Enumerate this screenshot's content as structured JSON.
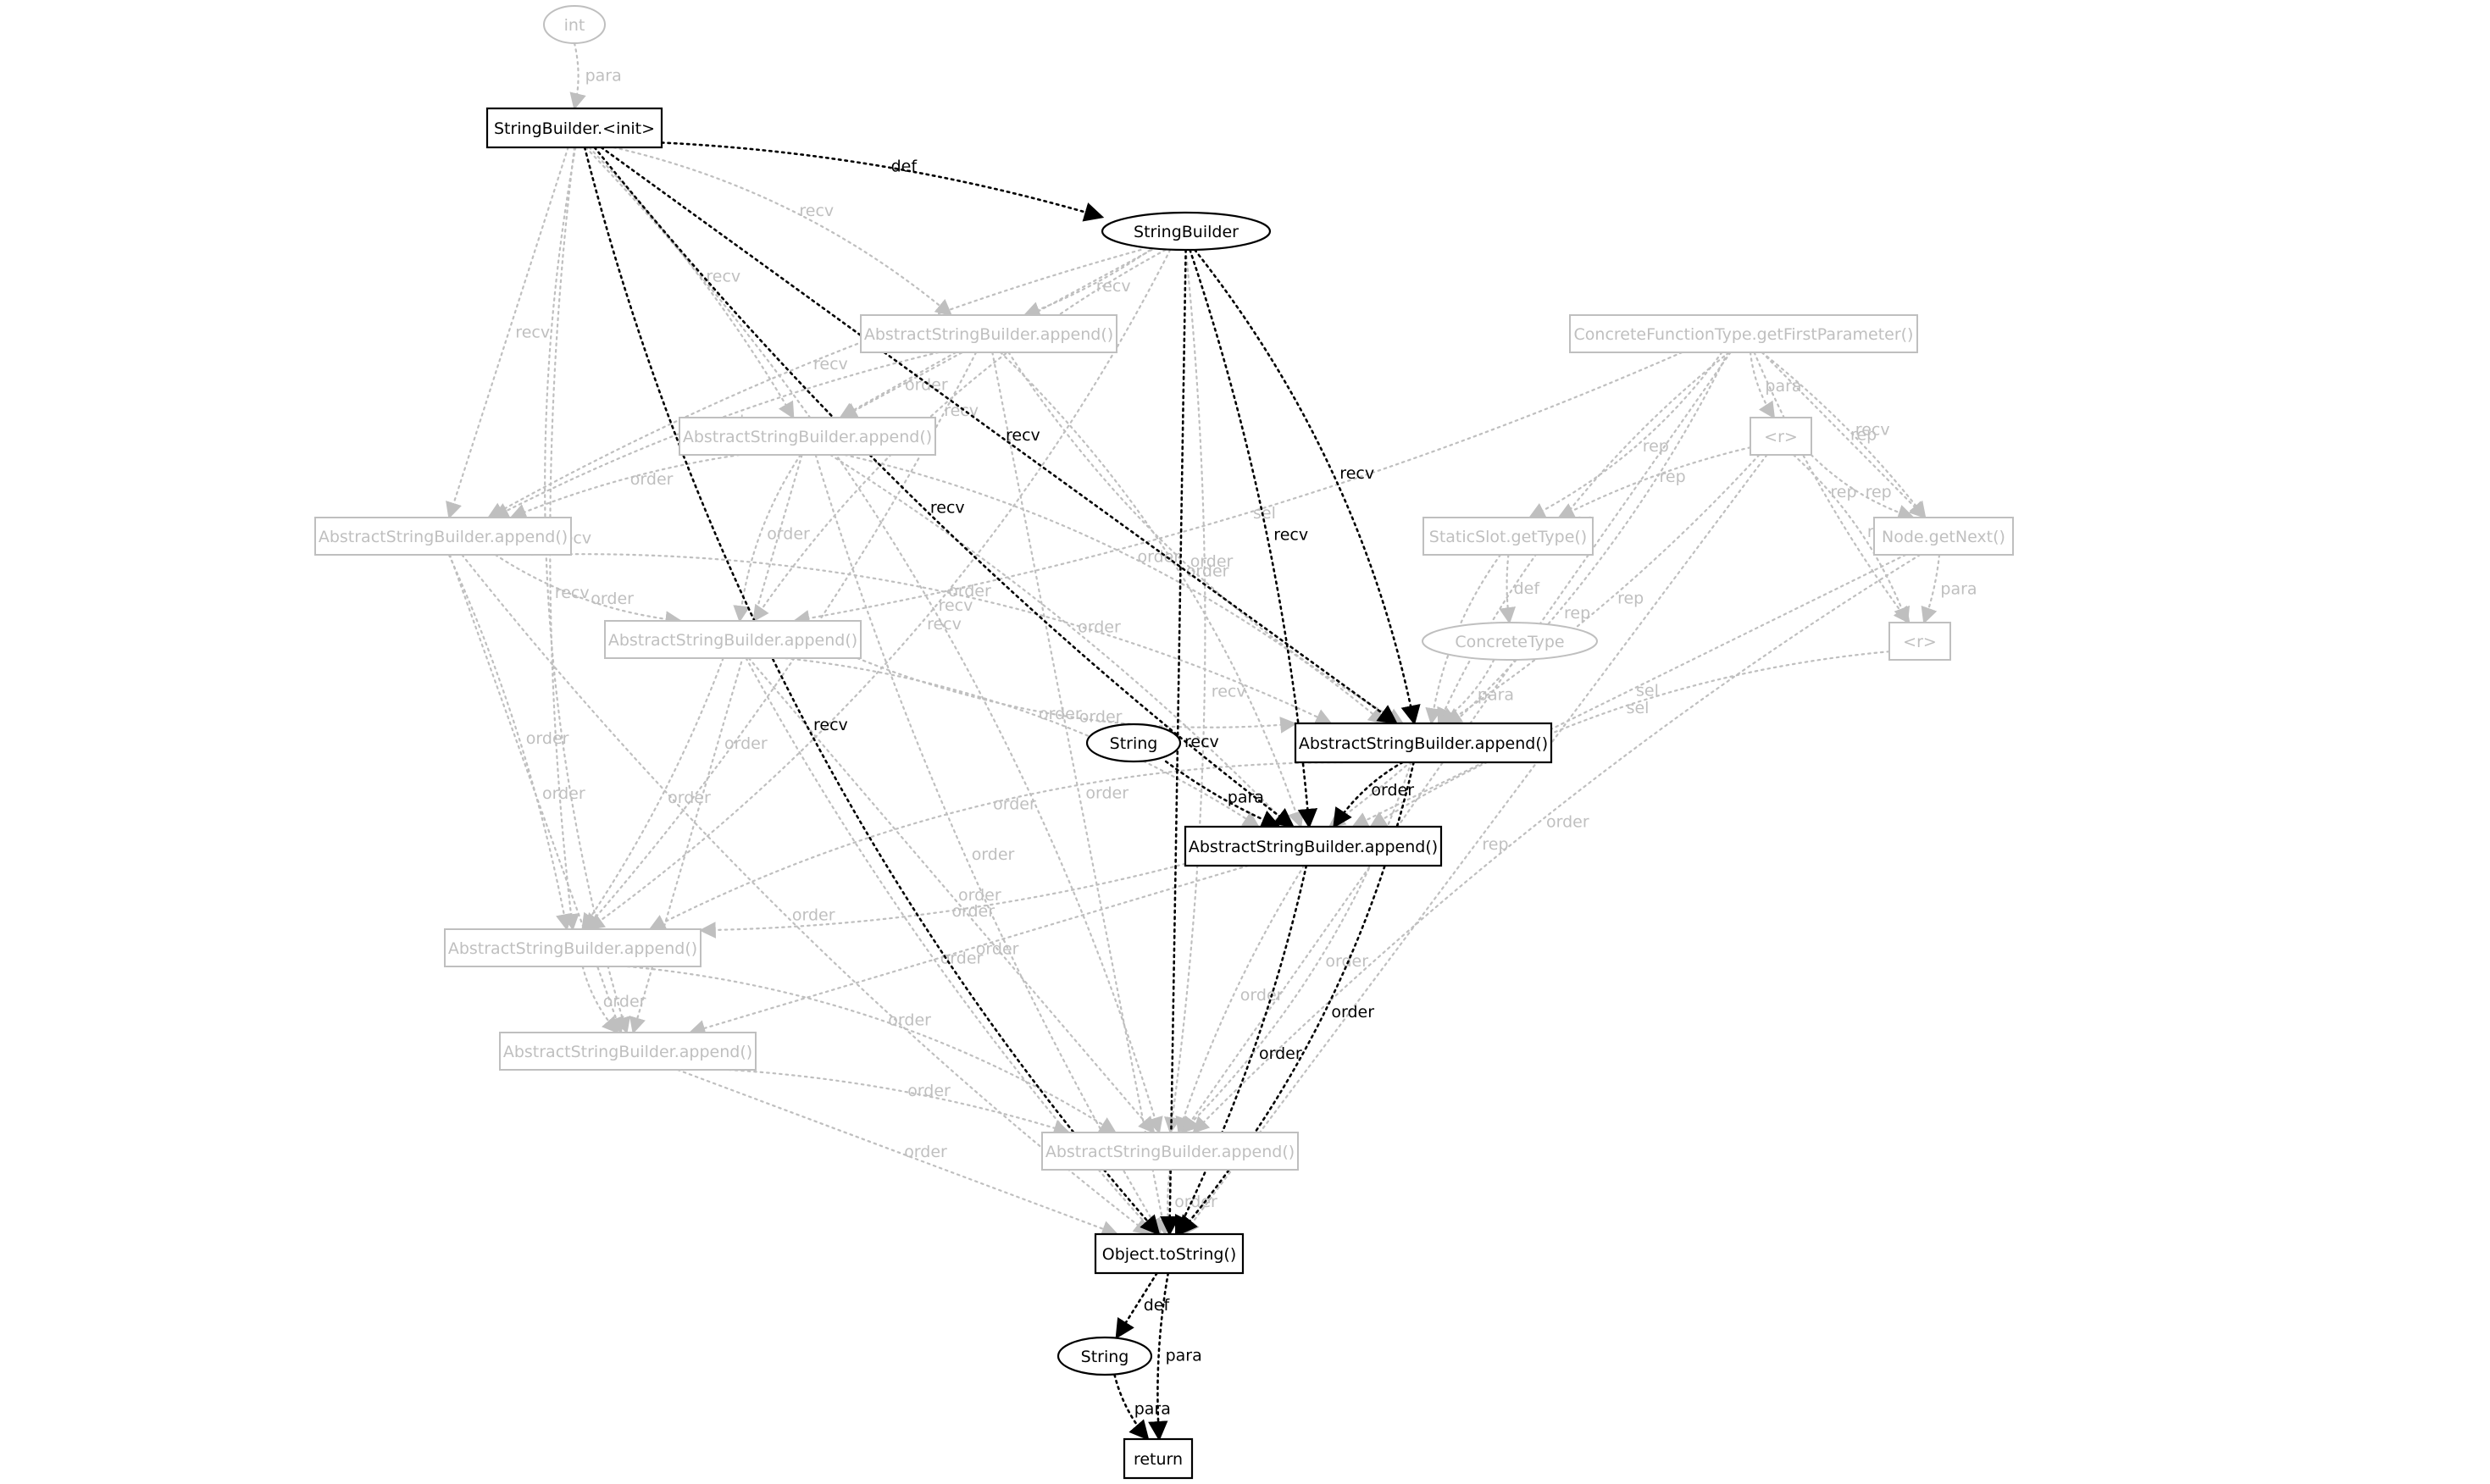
{
  "diagram": {
    "colors": {
      "active": "#000000",
      "inactive": "#bfbfbf",
      "background": "#ffffff"
    },
    "nodes": [
      {
        "id": "int1",
        "label": "int",
        "shape": "ellipse",
        "active": false
      },
      {
        "id": "sbinit",
        "label": "StringBuilder.<init>",
        "shape": "box",
        "active": true
      },
      {
        "id": "sb",
        "label": "StringBuilder",
        "shape": "ellipse",
        "active": true
      },
      {
        "id": "asb1",
        "label": "AbstractStringBuilder.append()",
        "shape": "box",
        "active": false
      },
      {
        "id": "cft",
        "label": "ConcreteFunctionType.getFirstParameter()",
        "shape": "box",
        "active": false
      },
      {
        "id": "asb2",
        "label": "AbstractStringBuilder.append()",
        "shape": "box",
        "active": false
      },
      {
        "id": "r1",
        "label": "<r>",
        "shape": "box",
        "active": false
      },
      {
        "id": "asb3",
        "label": "AbstractStringBuilder.append()",
        "shape": "box",
        "active": false
      },
      {
        "id": "ssgt",
        "label": "StaticSlot.getType()",
        "shape": "box",
        "active": false
      },
      {
        "id": "ngn",
        "label": "Node.getNext()",
        "shape": "box",
        "active": false
      },
      {
        "id": "asb4",
        "label": "AbstractStringBuilder.append()",
        "shape": "box",
        "active": false
      },
      {
        "id": "ct",
        "label": "ConcreteType",
        "shape": "ellipse",
        "active": false
      },
      {
        "id": "r2",
        "label": "<r>",
        "shape": "box",
        "active": false
      },
      {
        "id": "str1",
        "label": "String",
        "shape": "ellipse",
        "active": true
      },
      {
        "id": "asb5",
        "label": "AbstractStringBuilder.append()",
        "shape": "box",
        "active": true
      },
      {
        "id": "asb6",
        "label": "AbstractStringBuilder.append()",
        "shape": "box",
        "active": true
      },
      {
        "id": "asb7",
        "label": "AbstractStringBuilder.append()",
        "shape": "box",
        "active": false
      },
      {
        "id": "asb8",
        "label": "AbstractStringBuilder.append()",
        "shape": "box",
        "active": false
      },
      {
        "id": "asb9",
        "label": "AbstractStringBuilder.append()",
        "shape": "box",
        "active": false
      },
      {
        "id": "ots",
        "label": "Object.toString()",
        "shape": "box",
        "active": true
      },
      {
        "id": "str2",
        "label": "String",
        "shape": "ellipse",
        "active": true
      },
      {
        "id": "ret",
        "label": "return",
        "shape": "box",
        "active": true
      }
    ],
    "edges": [
      {
        "from": "int1",
        "to": "sbinit",
        "label": "para",
        "active": false
      },
      {
        "from": "sbinit",
        "to": "sb",
        "label": "def",
        "active": true
      },
      {
        "from": "sbinit",
        "to": "asb5",
        "label": "recv",
        "active": true
      },
      {
        "from": "sbinit",
        "to": "asb6",
        "label": "recv",
        "active": true
      },
      {
        "from": "sbinit",
        "to": "ots",
        "label": "recv",
        "active": true
      },
      {
        "from": "sb",
        "to": "asb5",
        "label": "recv",
        "active": true
      },
      {
        "from": "sb",
        "to": "asb6",
        "label": "recv",
        "active": true
      },
      {
        "from": "sb",
        "to": "ots",
        "label": "recv",
        "active": true
      },
      {
        "from": "str1",
        "to": "asb6",
        "label": "para",
        "active": true
      },
      {
        "from": "asb5",
        "to": "asb6",
        "label": "order",
        "active": true
      },
      {
        "from": "asb5",
        "to": "ots",
        "label": "order",
        "active": true
      },
      {
        "from": "asb6",
        "to": "ots",
        "label": "order",
        "active": true
      },
      {
        "from": "ots",
        "to": "str2",
        "label": "def",
        "active": true
      },
      {
        "from": "ots",
        "to": "ret",
        "label": "para",
        "active": true
      },
      {
        "from": "str2",
        "to": "ret",
        "label": "para",
        "active": true
      },
      {
        "from": "sbinit",
        "to": "asb1",
        "label": "recv",
        "active": false
      },
      {
        "from": "sbinit",
        "to": "asb2",
        "label": "recv",
        "active": false
      },
      {
        "from": "sbinit",
        "to": "asb3",
        "label": "recv",
        "active": false
      },
      {
        "from": "sbinit",
        "to": "asb7",
        "label": "recv",
        "active": false
      },
      {
        "from": "sbinit",
        "to": "asb8",
        "label": "recv",
        "active": false
      },
      {
        "from": "sbinit",
        "to": "asb9",
        "label": "recv",
        "active": false
      },
      {
        "from": "sb",
        "to": "asb1",
        "label": "recv",
        "active": false
      },
      {
        "from": "sb",
        "to": "asb2",
        "label": "recv",
        "active": false
      },
      {
        "from": "sb",
        "to": "asb3",
        "label": "recv",
        "active": false
      },
      {
        "from": "sb",
        "to": "asb4",
        "label": "recv",
        "active": false
      },
      {
        "from": "sb",
        "to": "asb7",
        "label": "recv",
        "active": false
      },
      {
        "from": "sb",
        "to": "asb9",
        "label": "recv",
        "active": false
      },
      {
        "from": "asb1",
        "to": "asb2",
        "label": "order",
        "active": false
      },
      {
        "from": "asb1",
        "to": "asb3",
        "label": "order",
        "active": false
      },
      {
        "from": "asb1",
        "to": "asb5",
        "label": "order",
        "active": false
      },
      {
        "from": "asb1",
        "to": "asb6",
        "label": "order",
        "active": false
      },
      {
        "from": "asb1",
        "to": "asb7",
        "label": "order",
        "active": false
      },
      {
        "from": "asb1",
        "to": "ots",
        "label": "order",
        "active": false
      },
      {
        "from": "asb2",
        "to": "asb3",
        "label": "order",
        "active": false
      },
      {
        "from": "asb2",
        "to": "asb4",
        "label": "order",
        "active": false
      },
      {
        "from": "asb2",
        "to": "asb5",
        "label": "order",
        "active": false
      },
      {
        "from": "asb2",
        "to": "asb6",
        "label": "order",
        "active": false
      },
      {
        "from": "asb2",
        "to": "asb8",
        "label": "order",
        "active": false
      },
      {
        "from": "asb2",
        "to": "ots",
        "label": "order",
        "active": false
      },
      {
        "from": "asb3",
        "to": "asb4",
        "label": "order",
        "active": false
      },
      {
        "from": "asb3",
        "to": "asb5",
        "label": "order",
        "active": false
      },
      {
        "from": "asb3",
        "to": "asb7",
        "label": "order",
        "active": false
      },
      {
        "from": "asb3",
        "to": "asb8",
        "label": "order",
        "active": false
      },
      {
        "from": "asb3",
        "to": "ots",
        "label": "order",
        "active": false
      },
      {
        "from": "asb4",
        "to": "asb5",
        "label": "order",
        "active": false
      },
      {
        "from": "asb4",
        "to": "asb6",
        "label": "order",
        "active": false
      },
      {
        "from": "asb4",
        "to": "asb7",
        "label": "order",
        "active": false
      },
      {
        "from": "asb4",
        "to": "asb9",
        "label": "order",
        "active": false
      },
      {
        "from": "asb4",
        "to": "ots",
        "label": "order",
        "active": false
      },
      {
        "from": "asb5",
        "to": "asb7",
        "label": "order",
        "active": false
      },
      {
        "from": "asb5",
        "to": "asb9",
        "label": "order",
        "active": false
      },
      {
        "from": "asb6",
        "to": "asb7",
        "label": "order",
        "active": false
      },
      {
        "from": "asb6",
        "to": "asb8",
        "label": "order",
        "active": false
      },
      {
        "from": "asb6",
        "to": "asb9",
        "label": "order",
        "active": false
      },
      {
        "from": "asb7",
        "to": "asb8",
        "label": "order",
        "active": false
      },
      {
        "from": "asb7",
        "to": "asb9",
        "label": "order",
        "active": false
      },
      {
        "from": "asb8",
        "to": "asb9",
        "label": "order",
        "active": false
      },
      {
        "from": "asb8",
        "to": "ots",
        "label": "order",
        "active": false
      },
      {
        "from": "asb9",
        "to": "ots",
        "label": "order",
        "active": false
      },
      {
        "from": "cft",
        "to": "r1",
        "label": "para",
        "active": false
      },
      {
        "from": "cft",
        "to": "ssgt",
        "label": "rep",
        "active": false
      },
      {
        "from": "cft",
        "to": "ngn",
        "label": "recv",
        "active": false
      },
      {
        "from": "cft",
        "to": "ngn",
        "label": "rep",
        "active": false
      },
      {
        "from": "cft",
        "to": "r2",
        "label": "rep",
        "active": false
      },
      {
        "from": "cft",
        "to": "asb5",
        "label": "rep",
        "active": false
      },
      {
        "from": "cft",
        "to": "asb6",
        "label": "rep",
        "active": false
      },
      {
        "from": "cft",
        "to": "asb4",
        "label": "sel",
        "active": false
      },
      {
        "from": "cft",
        "to": "asb9",
        "label": "order",
        "active": false
      },
      {
        "from": "r1",
        "to": "ssgt",
        "label": "rep",
        "active": false
      },
      {
        "from": "r1",
        "to": "ngn",
        "label": "rep",
        "active": false
      },
      {
        "from": "r1",
        "to": "r2",
        "label": "rep",
        "active": false
      },
      {
        "from": "r1",
        "to": "asb5",
        "label": "rep",
        "active": false
      },
      {
        "from": "r1",
        "to": "ots",
        "label": "rep",
        "active": false
      },
      {
        "from": "ssgt",
        "to": "ct",
        "label": "def",
        "active": false
      },
      {
        "from": "ssgt",
        "to": "asb5",
        "label": "para",
        "active": false
      },
      {
        "from": "ct",
        "to": "asb5",
        "label": "para",
        "active": false
      },
      {
        "from": "ngn",
        "to": "r2",
        "label": "para",
        "active": false
      },
      {
        "from": "ngn",
        "to": "asb6",
        "label": "sel",
        "active": false
      },
      {
        "from": "ngn",
        "to": "asb9",
        "label": "order",
        "active": false
      },
      {
        "from": "r2",
        "to": "asb6",
        "label": "sel",
        "active": false
      }
    ]
  }
}
